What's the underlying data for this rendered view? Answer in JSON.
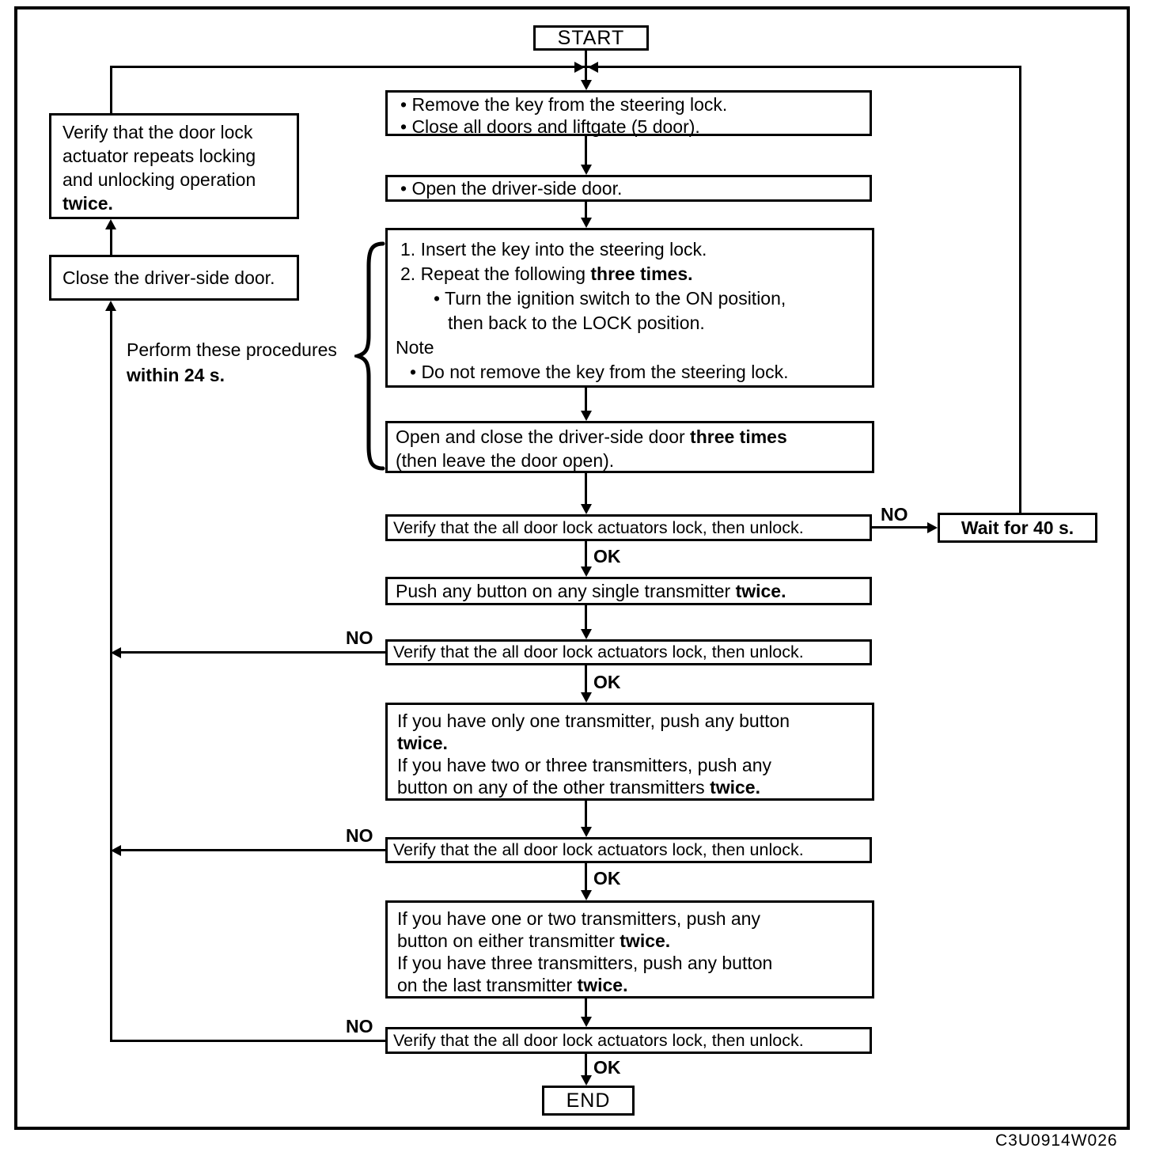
{
  "figure": {
    "code": "C3U0914W026"
  },
  "labels": {
    "start": "START",
    "end": "END",
    "ok": "OK",
    "no": "NO"
  },
  "side_note": {
    "line1": "Perform these procedures",
    "line2": "within 24 s."
  },
  "left_branch": {
    "verify_actuator": {
      "line1": "Verify that the door lock",
      "line2": "actuator repeats locking",
      "line3": "and unlocking operation",
      "line4_bold": "twice."
    },
    "close_door": "Close the driver-side door."
  },
  "wait_box": {
    "text": "Wait for 40 s."
  },
  "main": {
    "step_remove": {
      "bullet1": "• Remove the key from the steering lock.",
      "bullet2": "• Close all doors and liftgate (5 door)."
    },
    "step_open_door": {
      "bullet1": "• Open the driver-side door."
    },
    "step_ignition": {
      "line1": "1. Insert the key into the steering lock.",
      "line2_pre": "2. Repeat the following ",
      "line2_bold": "three times.",
      "line3": "• Turn the ignition switch to the ON position,",
      "line4": "then back to the LOCK position.",
      "line5": "Note",
      "line6": "• Do not remove the key from the steering lock."
    },
    "step_open_close": {
      "line1_pre": "Open and close the driver-side door ",
      "line1_bold": "three times",
      "line2": "(then leave the door open)."
    },
    "verify_all": "Verify that the all door lock actuators lock, then unlock.",
    "step_push_single": {
      "pre": "Push any button on any single transmitter ",
      "bold": "twice."
    },
    "step_push_other": {
      "line1": "If you have only one transmitter, push any button",
      "line2_bold": "twice.",
      "line3": "If you have two or three transmitters, push any",
      "line4_pre": "button on any of the other transmitters ",
      "line4_bold": "twice."
    },
    "step_push_last": {
      "line1": "If you have one or two transmitters, push any",
      "line2_pre": "button on either transmitter ",
      "line2_bold": "twice.",
      "line3": "If you have three transmitters, push any button",
      "line4_pre": "on the last transmitter ",
      "line4_bold": "twice."
    }
  }
}
